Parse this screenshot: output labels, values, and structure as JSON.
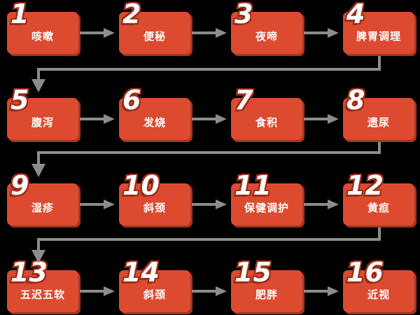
{
  "colors": {
    "bg": "#000000",
    "box_fill": "#DC4A30",
    "box_shadow": "#A33723",
    "number_outline": "#9C2E1A",
    "arrow": "#8C8C8C",
    "text": "#FFFFFF"
  },
  "steps": [
    {
      "num": "1",
      "label": "咳嗽"
    },
    {
      "num": "2",
      "label": "便秘"
    },
    {
      "num": "3",
      "label": "夜啼"
    },
    {
      "num": "4",
      "label": "脾胃调理"
    },
    {
      "num": "5",
      "label": "腹泻"
    },
    {
      "num": "6",
      "label": "发烧"
    },
    {
      "num": "7",
      "label": "食积"
    },
    {
      "num": "8",
      "label": "遗尿"
    },
    {
      "num": "9",
      "label": "湿疹"
    },
    {
      "num": "10",
      "label": "斜颈"
    },
    {
      "num": "11",
      "label": "保健调护"
    },
    {
      "num": "12",
      "label": "黄疸"
    },
    {
      "num": "13",
      "label": "五迟五软"
    },
    {
      "num": "14",
      "label": "斜颈"
    },
    {
      "num": "15",
      "label": "肥胖"
    },
    {
      "num": "16",
      "label": "近视"
    }
  ]
}
